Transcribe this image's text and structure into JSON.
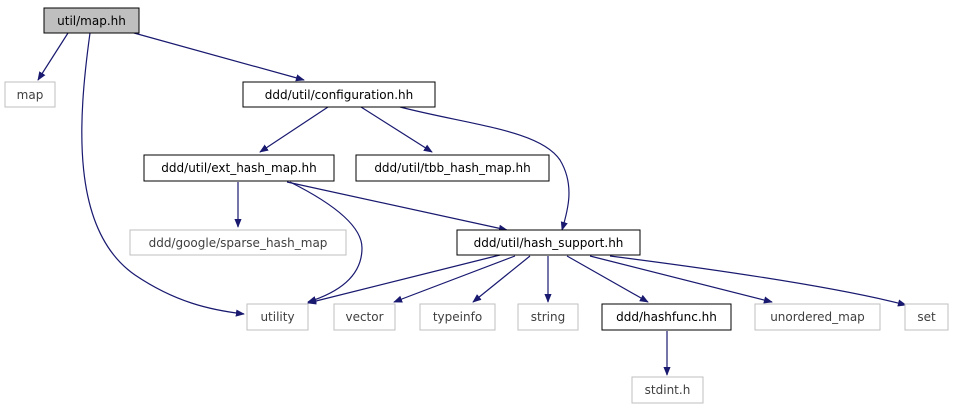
{
  "colors": {
    "edge": "#191970",
    "root_fill": "#bfbfbf",
    "local_border": "#000000",
    "system_border": "#bfbfbf",
    "system_text": "#3f3f3f",
    "local_text": "#000000"
  },
  "nodes": {
    "util_map": "util/map.hh",
    "map": "map",
    "configuration": "ddd/util/configuration.hh",
    "ext_hash_map": "ddd/util/ext_hash_map.hh",
    "tbb_hash_map": "ddd/util/tbb_hash_map.hh",
    "sparse_hash_map": "ddd/google/sparse_hash_map",
    "hash_support": "ddd/util/hash_support.hh",
    "utility": "utility",
    "vector": "vector",
    "typeinfo": "typeinfo",
    "string": "string",
    "hashfunc": "ddd/hashfunc.hh",
    "unordered_map": "unordered_map",
    "set": "set",
    "stdint": "stdint.h"
  }
}
